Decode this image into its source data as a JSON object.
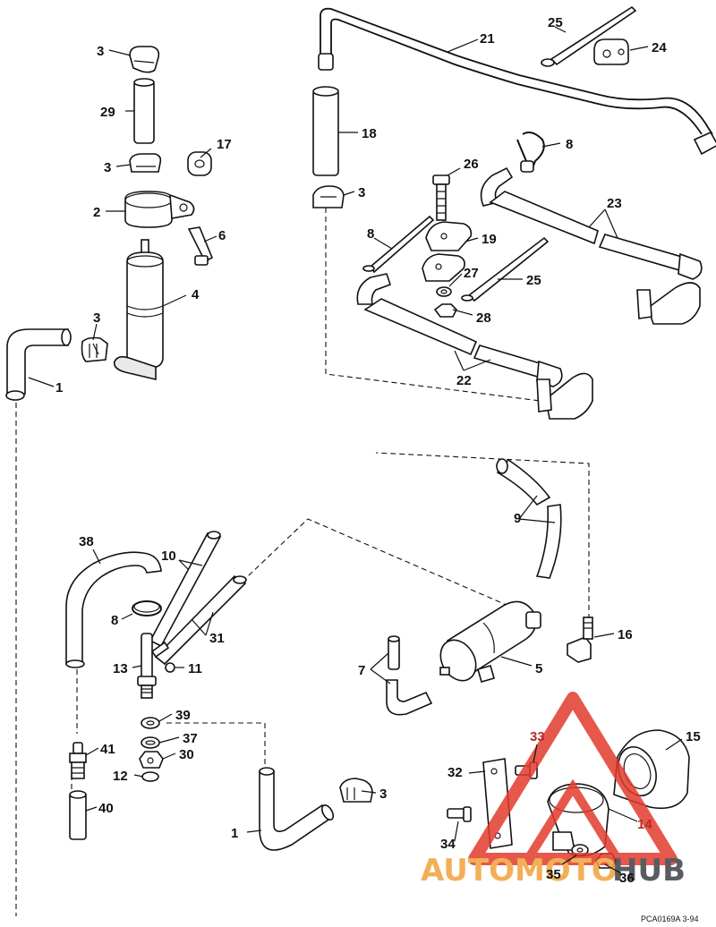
{
  "diagram": {
    "callouts": {
      "p1a": "1",
      "p1b": "1",
      "p2": "2",
      "p3a": "3",
      "p3b": "3",
      "p3c": "3",
      "p3d": "3",
      "p3e": "3",
      "p4": "4",
      "p5": "5",
      "p6": "6",
      "p7": "7",
      "p8a": "8",
      "p8b": "8",
      "p8c": "8",
      "p9": "9",
      "p10": "10",
      "p11": "11",
      "p12": "12",
      "p13": "13",
      "p14": "14",
      "p15": "15",
      "p16": "16",
      "p17": "17",
      "p18": "18",
      "p19": "19",
      "p21": "21",
      "p22": "22",
      "p23": "23",
      "p24": "24",
      "p25a": "25",
      "p25b": "25",
      "p26": "26",
      "p27": "27",
      "p28": "28",
      "p29": "29",
      "p30": "30",
      "p31": "31",
      "p32": "32",
      "p33": "33",
      "p34": "34",
      "p35": "35",
      "p36": "36",
      "p37": "37",
      "p38": "38",
      "p39": "39",
      "p40": "40",
      "p41": "41"
    },
    "drawing_code": "PCA0169A   3-94",
    "watermark": {
      "text_red": "AUTOMOTO",
      "text_dark": "HUB"
    },
    "colors": {
      "line": "#111111",
      "callout_red": "#b3292a",
      "watermark_red": "#e23b2c",
      "watermark_orange": "#f2a23a",
      "watermark_dark": "#3d4046"
    }
  }
}
